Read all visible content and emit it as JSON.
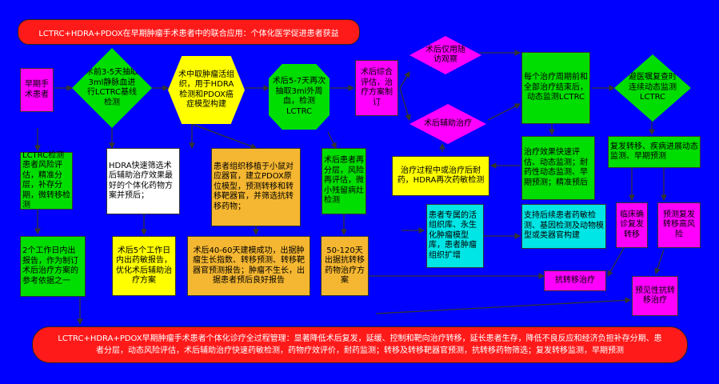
{
  "banner_top": "LCTRC+HDRA+PDOX在早期肿瘤手术患者中的联合应用：个体化医学促进患者获益",
  "banner_bottom": "LCTRC+HDRA+PDOX早期肿瘤手术患者个体化诊疗全过程管理：显著降低术后复发，延缓、控制和靶向治疗转移，延长患者生存，降低不良反应和经济负担补存分期、患者分层，动态风险评估，术后辅助治疗快速药敏检测，药物疗效评价，耐药监测；转移及转移靶器官预测，抗转移药物筛选；复发转移监测，早期预测",
  "nodes": {
    "patient": "早期手术患者",
    "pre_op": "术前3-5天抽取3ml静脉血进行LCTRC基线检测",
    "intra_op": "术中取肿瘤活组织，用于HDRA检测和PDOX癌症模型构建",
    "post_5_7": "术后5-7天再次抽取3ml外周血，检测LCTRC",
    "post_eval": "术后综合评估，治疗方案制订",
    "observe": "术后仅用随访观察",
    "adjuvant": "术后辅助治疗",
    "cycle_monitor": "每个治疗周期前和全部治疗结束后，动态监测LCTRC",
    "followup_monitor": "避医嘱复查时连续动态监测LCTRC",
    "lctrc_detect": "LCTRC检测患者风险评估，精准分层，补存分期，微转移检测",
    "hdra_fast": "HDRA快速筛选术后辅助治疗效果最好的个体化药物方案并预后；",
    "pdox_build": "患者组织移植于小鼠对应器官，建立PDOX原位模型，预测转移和转移靶器官，并筛选抗转移药物；",
    "restrat": "术后患者再分层，风险再评估，微小残留病灶检测",
    "resistance": "治疗过程中或治疗后耐药，HDRA再次药敏检测",
    "efficacy": "治疗效果快速评估、动态监测；耐药性动态监测、早期预测；精准预后",
    "relapse_monitor": "复发转移、疾病进展动态监测、早期预测",
    "report_2": "2个工作日内出报告，作为制订术后治疗方案的参考依据之一",
    "report_5": "术后5个工作日内出药敏报告，优化术后辅助治疗方案",
    "report_40_60": "术后40-60天建模成功，出据肿瘤生长指数、转移预测、转移靶器官预测报告；肿瘤不生长，出据患者预后良好报告",
    "report_50_120": "50-120天出据抗转移药物治疗方案",
    "biobank": "患者专属的活组织库、永生化肿瘤模型库，患者肿瘤组织扩增",
    "support": "支持后续患者药敏检测、基因检测及动物模型或类器官构建",
    "clinical": "临床确诊复发转移",
    "predict_relapse": "预测复发转移高风险",
    "anti_met": "抗转移治疗",
    "prophylactic": "预见性抗转移治疗"
  }
}
